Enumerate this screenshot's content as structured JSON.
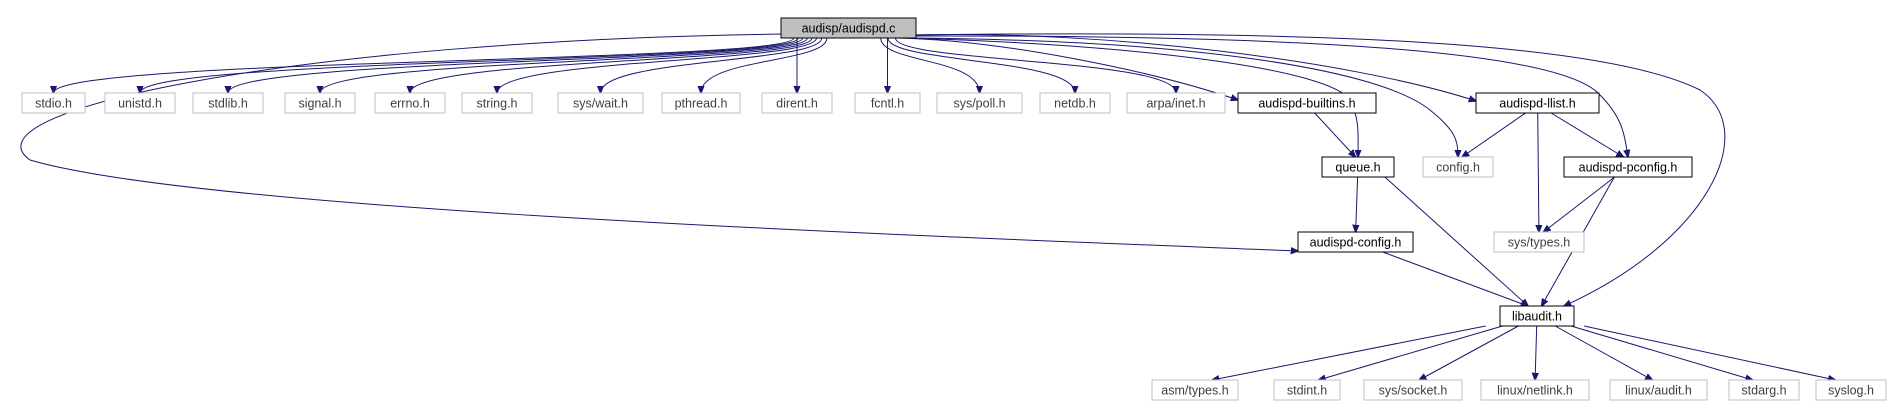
{
  "colors": {
    "edge": "#191970",
    "root_fill": "#bfbfbf",
    "local_border": "#000000",
    "system_border": "#bfbfbf",
    "system_text": "#3f3f3f",
    "local_text": "#000000"
  },
  "nodes": [
    {
      "id": "root",
      "label": "audisp/audispd.c",
      "kind": "root"
    },
    {
      "id": "stdio",
      "label": "stdio.h",
      "kind": "system"
    },
    {
      "id": "unistd",
      "label": "unistd.h",
      "kind": "system"
    },
    {
      "id": "stdlib",
      "label": "stdlib.h",
      "kind": "system"
    },
    {
      "id": "signal",
      "label": "signal.h",
      "kind": "system"
    },
    {
      "id": "errno",
      "label": "errno.h",
      "kind": "system"
    },
    {
      "id": "string",
      "label": "string.h",
      "kind": "system"
    },
    {
      "id": "syswait",
      "label": "sys/wait.h",
      "kind": "system"
    },
    {
      "id": "pthread",
      "label": "pthread.h",
      "kind": "system"
    },
    {
      "id": "dirent",
      "label": "dirent.h",
      "kind": "system"
    },
    {
      "id": "fcntl",
      "label": "fcntl.h",
      "kind": "system"
    },
    {
      "id": "syspoll",
      "label": "sys/poll.h",
      "kind": "system"
    },
    {
      "id": "netdb",
      "label": "netdb.h",
      "kind": "system"
    },
    {
      "id": "arpainet",
      "label": "arpa/inet.h",
      "kind": "system"
    },
    {
      "id": "builtins",
      "label": "audispd-builtins.h",
      "kind": "local"
    },
    {
      "id": "llist",
      "label": "audispd-llist.h",
      "kind": "local"
    },
    {
      "id": "queue",
      "label": "queue.h",
      "kind": "local"
    },
    {
      "id": "config",
      "label": "config.h",
      "kind": "system"
    },
    {
      "id": "pconfig",
      "label": "audispd-pconfig.h",
      "kind": "local"
    },
    {
      "id": "systypes",
      "label": "sys/types.h",
      "kind": "system"
    },
    {
      "id": "aconfig",
      "label": "audispd-config.h",
      "kind": "local"
    },
    {
      "id": "libaudit",
      "label": "libaudit.h",
      "kind": "local"
    },
    {
      "id": "asmtypes",
      "label": "asm/types.h",
      "kind": "system"
    },
    {
      "id": "stdint",
      "label": "stdint.h",
      "kind": "system"
    },
    {
      "id": "syssocket",
      "label": "sys/socket.h",
      "kind": "system"
    },
    {
      "id": "netlink",
      "label": "linux/netlink.h",
      "kind": "system"
    },
    {
      "id": "linuxaudit",
      "label": "linux/audit.h",
      "kind": "system"
    },
    {
      "id": "stdarg",
      "label": "stdarg.h",
      "kind": "system"
    },
    {
      "id": "syslog",
      "label": "syslog.h",
      "kind": "system"
    }
  ],
  "edges": [
    [
      "root",
      "stdio"
    ],
    [
      "root",
      "unistd"
    ],
    [
      "root",
      "stdlib"
    ],
    [
      "root",
      "signal"
    ],
    [
      "root",
      "errno"
    ],
    [
      "root",
      "string"
    ],
    [
      "root",
      "syswait"
    ],
    [
      "root",
      "pthread"
    ],
    [
      "root",
      "dirent"
    ],
    [
      "root",
      "fcntl"
    ],
    [
      "root",
      "syspoll"
    ],
    [
      "root",
      "netdb"
    ],
    [
      "root",
      "arpainet"
    ],
    [
      "root",
      "builtins"
    ],
    [
      "root",
      "llist"
    ],
    [
      "root",
      "queue"
    ],
    [
      "root",
      "config"
    ],
    [
      "root",
      "pconfig"
    ],
    [
      "root",
      "aconfig"
    ],
    [
      "root",
      "libaudit"
    ],
    [
      "builtins",
      "queue"
    ],
    [
      "llist",
      "config"
    ],
    [
      "llist",
      "pconfig"
    ],
    [
      "llist",
      "systypes"
    ],
    [
      "queue",
      "aconfig"
    ],
    [
      "queue",
      "libaudit"
    ],
    [
      "pconfig",
      "systypes"
    ],
    [
      "pconfig",
      "libaudit"
    ],
    [
      "aconfig",
      "libaudit"
    ],
    [
      "libaudit",
      "asmtypes"
    ],
    [
      "libaudit",
      "stdint"
    ],
    [
      "libaudit",
      "syssocket"
    ],
    [
      "libaudit",
      "netlink"
    ],
    [
      "libaudit",
      "linuxaudit"
    ],
    [
      "libaudit",
      "stdarg"
    ],
    [
      "libaudit",
      "syslog"
    ]
  ]
}
